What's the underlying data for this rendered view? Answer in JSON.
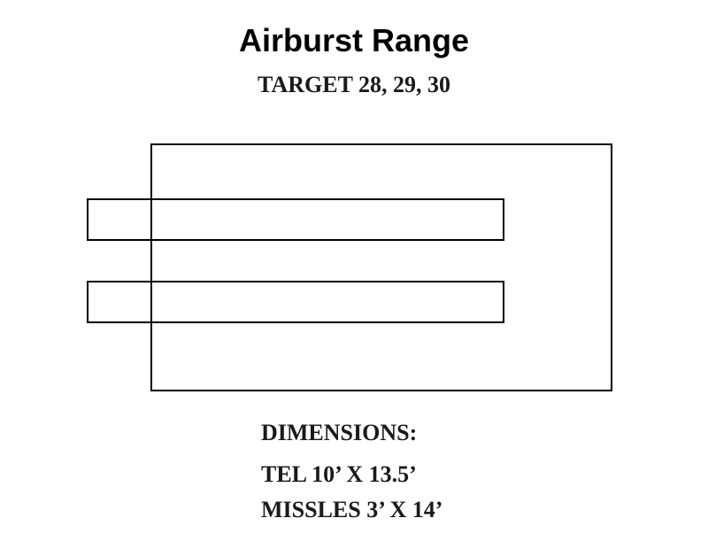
{
  "title": "Airburst Range",
  "subtitle": "TARGET 28, 29, 30",
  "dimensions": {
    "heading": "DIMENSIONS:",
    "tel": "TEL 10’ X 13.5’",
    "missles": "MISSLES 3’ X 14’"
  },
  "colors": {
    "stroke": "#000000",
    "background": "#ffffff"
  }
}
